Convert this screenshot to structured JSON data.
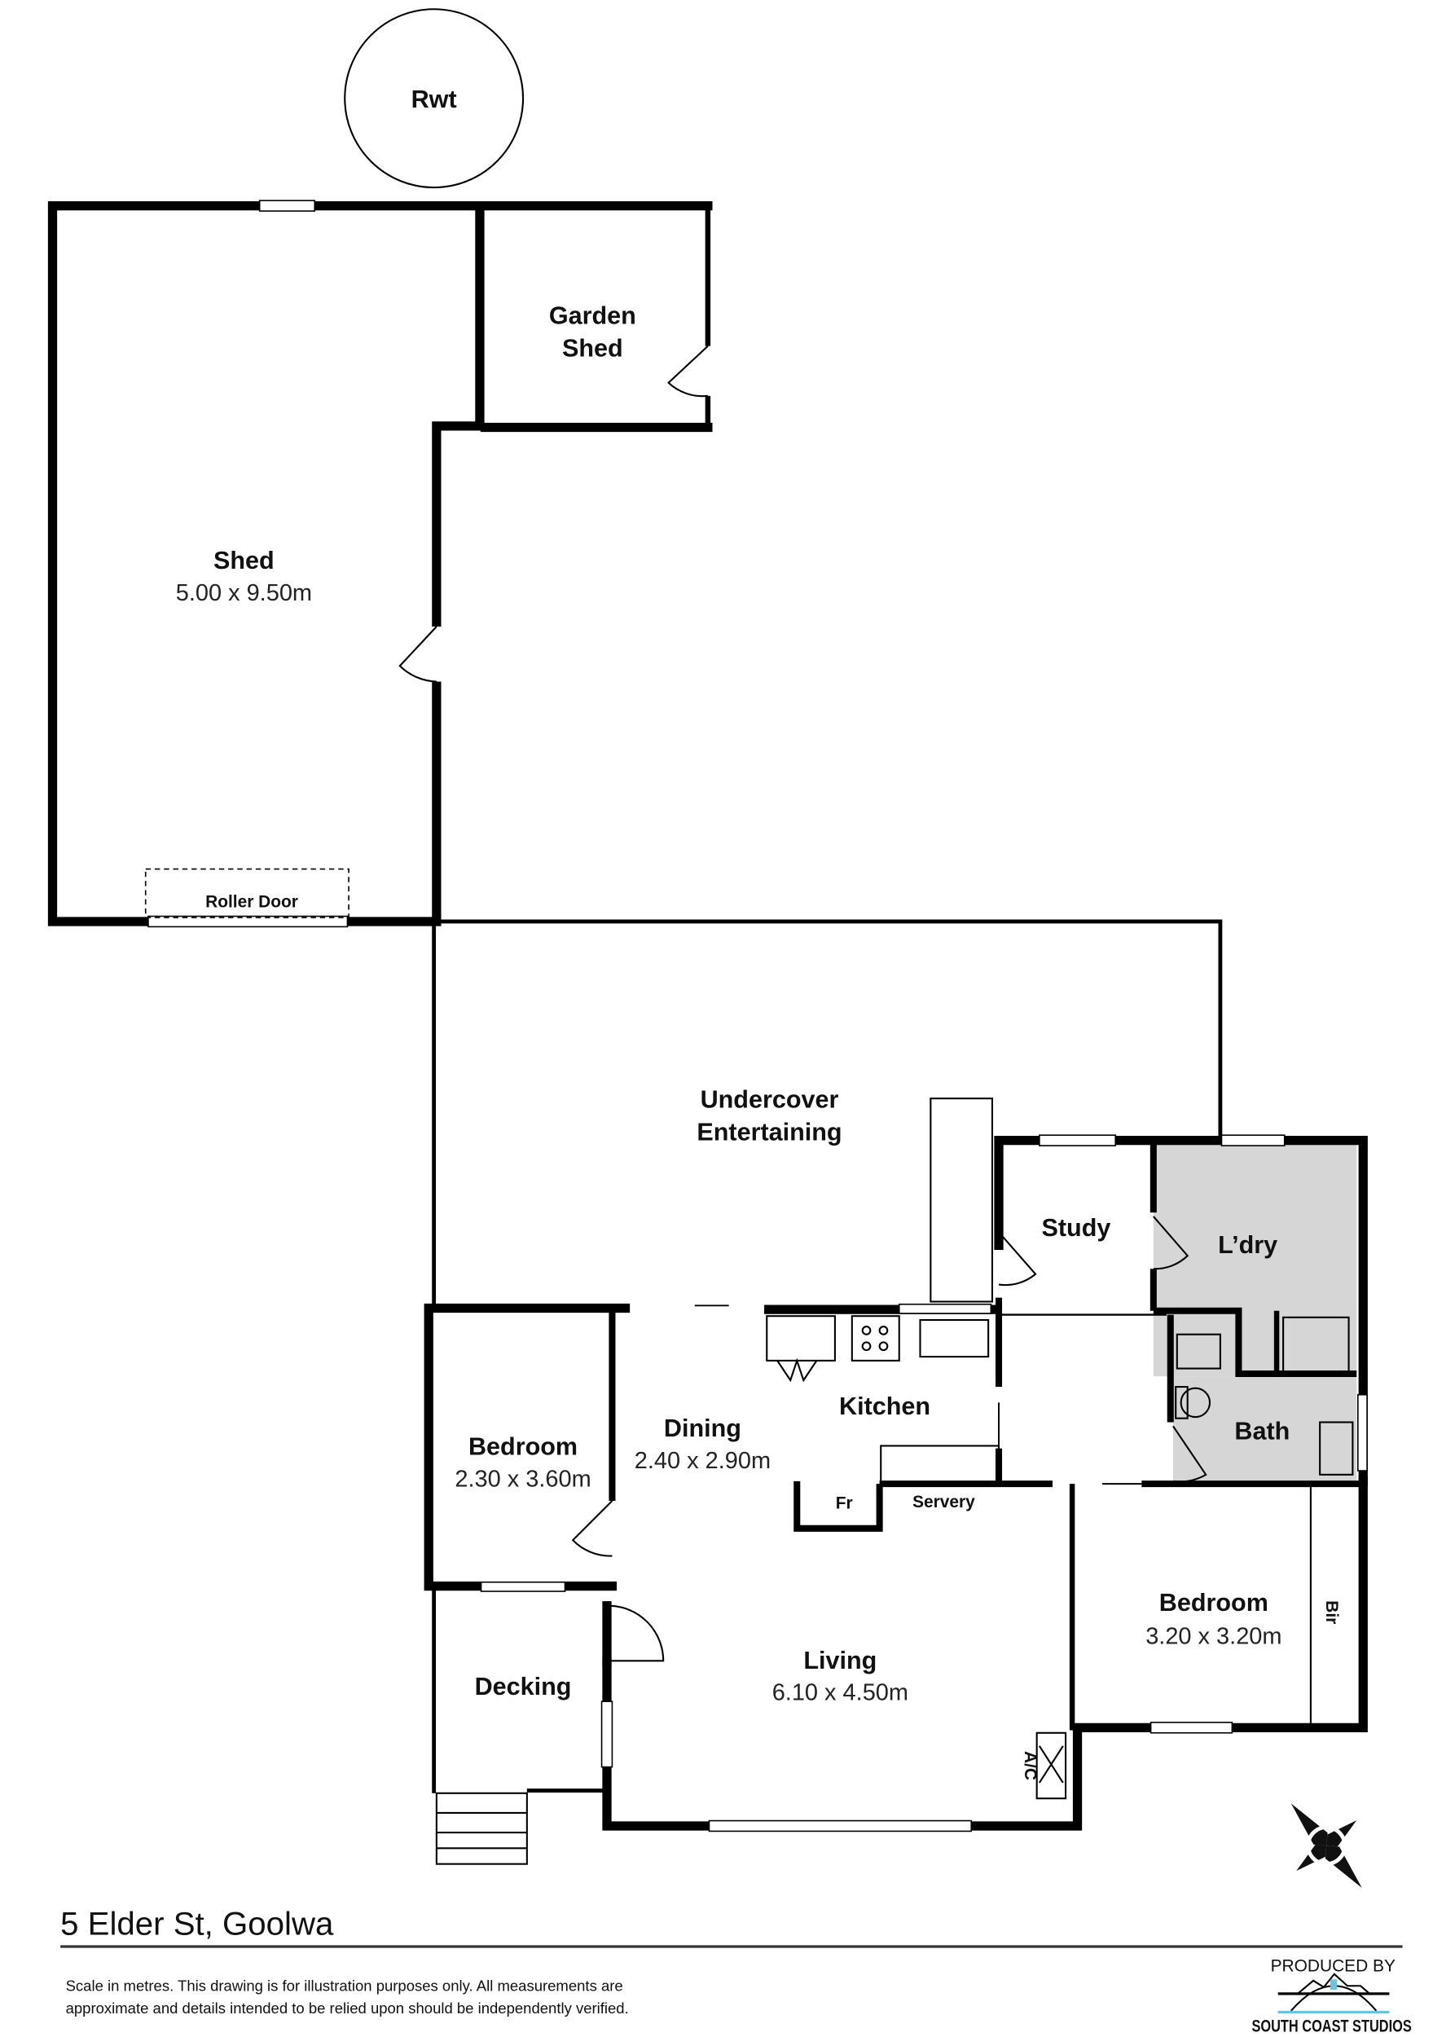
{
  "rooms": {
    "rwt": "Rwt",
    "garden_shed_1": "Garden",
    "garden_shed_2": "Shed",
    "shed": "Shed",
    "shed_dim": "5.00 x 9.50m",
    "roller_door": "Roller Door",
    "undercover_1": "Undercover",
    "undercover_2": "Entertaining",
    "study": "Study",
    "laundry": "L’dry",
    "kitchen": "Kitchen",
    "bath": "Bath",
    "bedroom1": "Bedroom",
    "bedroom1_dim": "2.30 x 3.60m",
    "dining": "Dining",
    "dining_dim": "2.40 x 2.90m",
    "fridge": "Fr",
    "servery": "Servery",
    "bedroom2": "Bedroom",
    "bedroom2_dim": "3.20 x 3.20m",
    "bir": "Bir",
    "decking": "Decking",
    "living": "Living",
    "living_dim": "6.10 x 4.50m",
    "ac": "A/C"
  },
  "footer": {
    "address": "5 Elder St, Goolwa",
    "disclaimer_1": "Scale in metres. This drawing is for illustration purposes only. All measurements are",
    "disclaimer_2": "approximate and details intended to be relied upon should be independently verified.",
    "produced_by": "PRODUCED BY",
    "brand": "SOUTH COAST STUDIOS"
  },
  "colors": {
    "wet_area": "#d6d6d6",
    "logo_accent": "#6cc4dc"
  }
}
